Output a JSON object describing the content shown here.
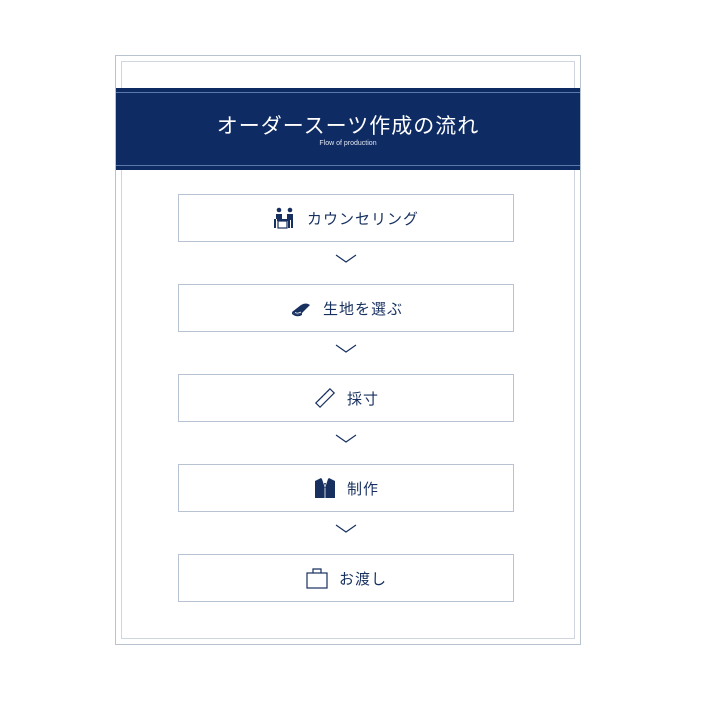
{
  "banner": {
    "title": "オーダースーツ作成の流れ",
    "subtitle": "Flow of production"
  },
  "steps": [
    {
      "label": "カウンセリング",
      "icon": "counseling-icon"
    },
    {
      "label": "生地を選ぶ",
      "icon": "fabric-icon"
    },
    {
      "label": "採寸",
      "icon": "ruler-icon"
    },
    {
      "label": "制作",
      "icon": "suit-icon"
    },
    {
      "label": "お渡し",
      "icon": "bag-icon"
    }
  ],
  "colors": {
    "navy": "#0f2b63",
    "text": "#17305f",
    "border": "#b7c2d2"
  }
}
